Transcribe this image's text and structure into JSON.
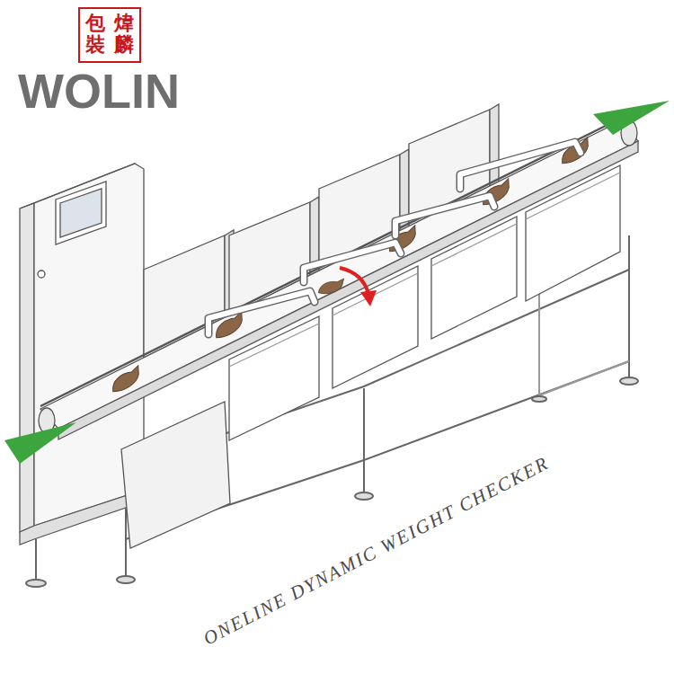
{
  "diagram": {
    "labels": [
      "煒麟",
      "包裝",
      "WOLIN",
      "ONELINE DYNAMIC WEIGHT CHECKER"
    ]
  }
}
